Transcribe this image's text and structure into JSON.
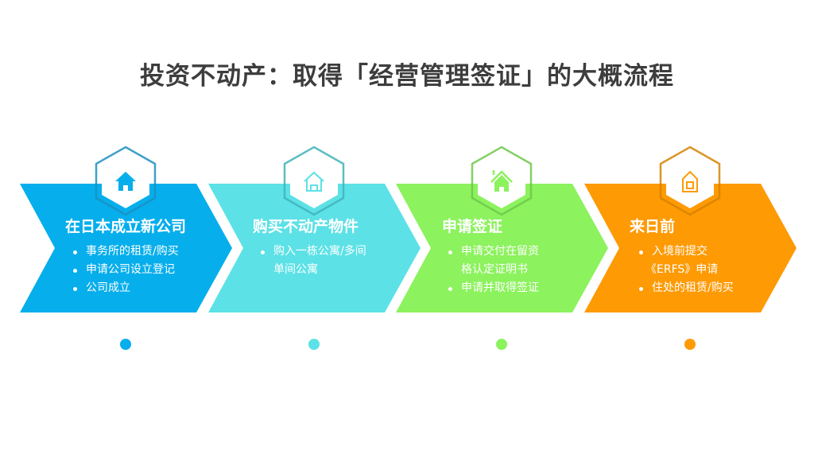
{
  "title": "投资不动产：取得「经营管理签证」的大概流程",
  "steps": [
    {
      "heading": "在日本成立新公司",
      "icon": "house-solid-icon",
      "color": "#06AEEC",
      "hex_color": "#1C8FBF",
      "items": [
        "事务所的租赁/购买",
        "申请公司设立登记",
        "公司成立"
      ]
    },
    {
      "heading": "购买不动产物件",
      "icon": "house-outline-icon",
      "color": "#5CE1E6",
      "hex_color": "#3FB3B8",
      "items": [
        "购入一栋公寓/多间",
        "单间公寓"
      ]
    },
    {
      "heading": "申请签证",
      "icon": "house-chimney-icon",
      "color": "#8CF25E",
      "hex_color": "#6FC84A",
      "items": [
        "申请交付在留资",
        "格认定证明书",
        "申请并取得签证"
      ]
    },
    {
      "heading": "来日前",
      "icon": "house-square-icon",
      "color": "#FE9A03",
      "hex_color": "#D68200",
      "items": [
        "入境前提交",
        "《ERFS》申请",
        "住处的租赁/购买"
      ]
    }
  ]
}
